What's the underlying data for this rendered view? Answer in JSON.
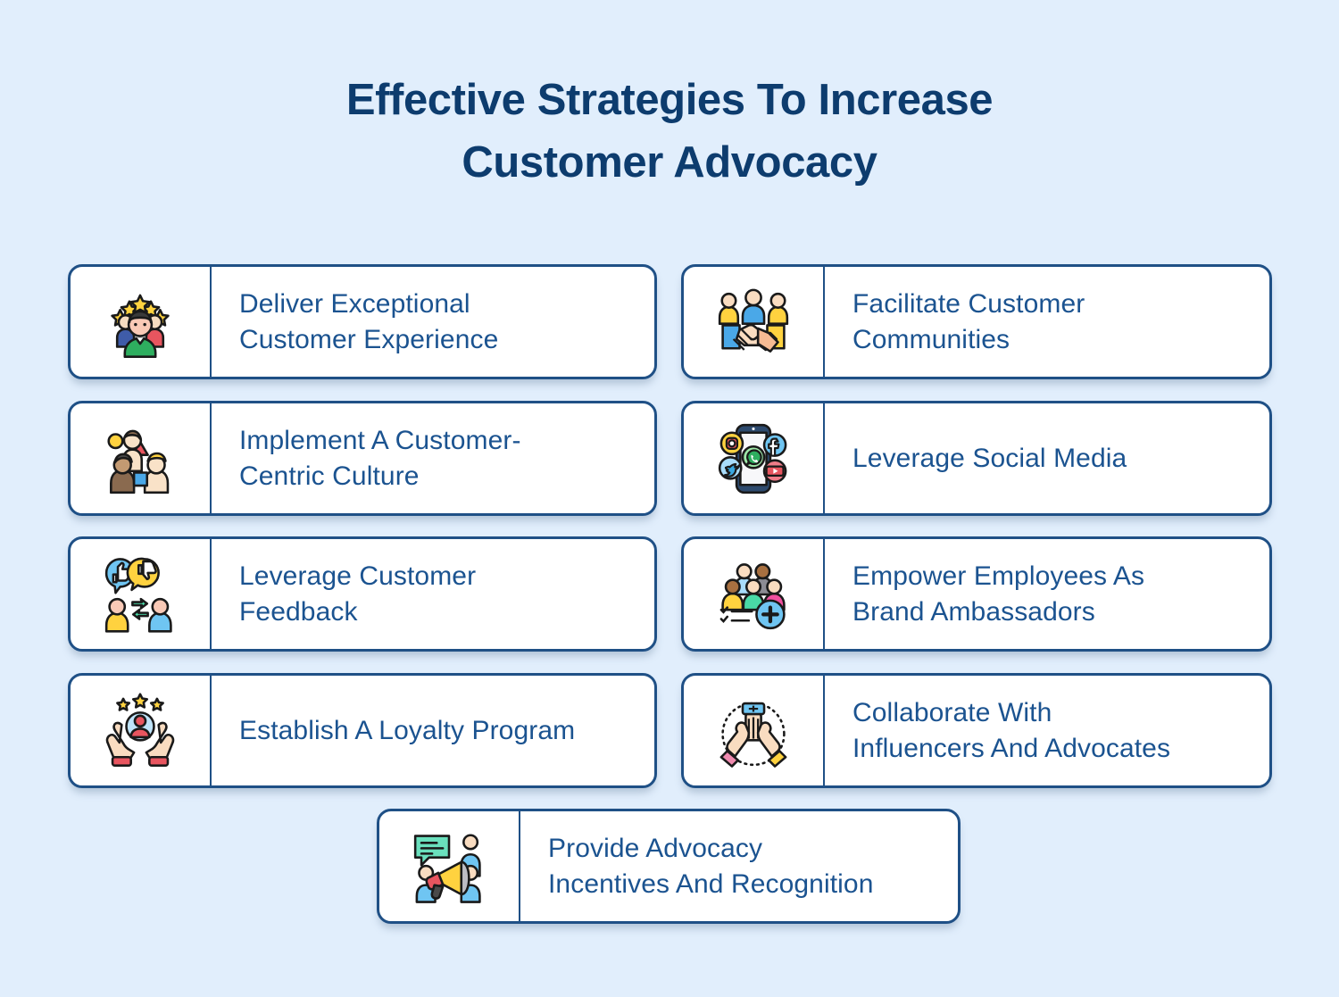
{
  "page": {
    "background_color": "#e1eefc",
    "title_color": "#0d3c6e",
    "card_border_color": "#1f5086",
    "card_text_color": "#1b5390",
    "card_background_color": "#ffffff"
  },
  "header": {
    "title": "Effective Strategies To Increase\nCustomer Advocacy"
  },
  "cards": [
    {
      "label": "Deliver Exceptional\nCustomer Experience",
      "icon": "customer-experience-stars-icon",
      "column": "left",
      "row": 1
    },
    {
      "label": "Implement A Customer-\nCentric Culture",
      "icon": "diverse-team-culture-icon",
      "column": "left",
      "row": 2
    },
    {
      "label": "Leverage Customer\nFeedback",
      "icon": "thumbs-feedback-exchange-icon",
      "column": "left",
      "row": 3
    },
    {
      "label": "Establish A Loyalty Program",
      "icon": "hands-loyalty-stars-icon",
      "column": "left",
      "row": 4
    },
    {
      "label": "Facilitate Customer\nCommunities",
      "icon": "handshake-community-icon",
      "column": "right",
      "row": 1
    },
    {
      "label": "Leverage Social Media",
      "icon": "smartphone-social-media-icon",
      "column": "right",
      "row": 2
    },
    {
      "label": "Empower Employees As\nBrand Ambassadors",
      "icon": "team-add-member-icon",
      "column": "right",
      "row": 3
    },
    {
      "label": "Collaborate With\nInfluencers And Advocates",
      "icon": "stacked-hands-collaborate-icon",
      "column": "right",
      "row": 4
    },
    {
      "label": "Provide Advocacy\nIncentives And Recognition",
      "icon": "megaphone-announcement-icon",
      "column": "center",
      "row": 5
    }
  ]
}
